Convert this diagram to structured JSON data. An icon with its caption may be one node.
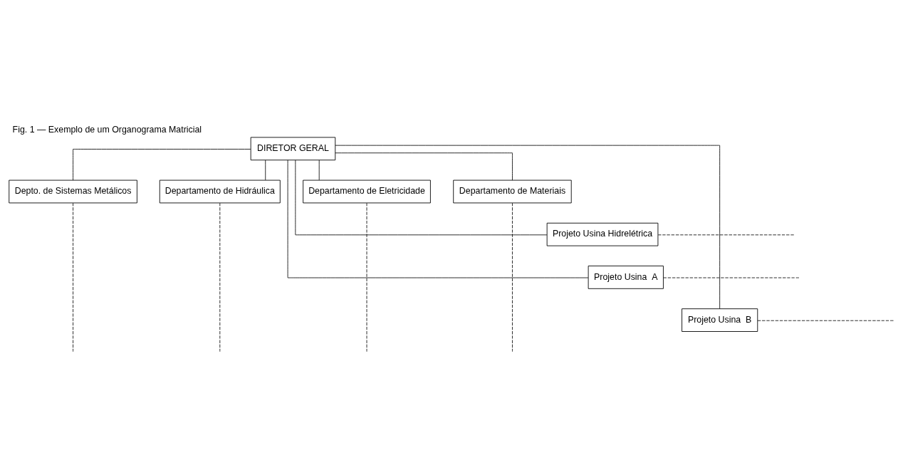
{
  "diagram": {
    "title": "Fig. 1 — Exemplo de um Organograma Matricial",
    "nodes": [
      {
        "text": [
          "DIRETOR GERAL"
        ]
      },
      {
        "text": [
          "Depto. de Sistemas Metálicos"
        ]
      },
      {
        "text": [
          "Departamento de Hidráulica"
        ]
      },
      {
        "text": [
          "Departamento de Eletricidade"
        ]
      },
      {
        "text": [
          "Departamento de Materiais"
        ]
      },
      {
        "text": [
          "Projeto Usina Hidrelétrica"
        ]
      },
      {
        "text": [
          "Projeto Usina  A"
        ]
      },
      {
        "text": [
          "Projeto Usina  B"
        ]
      }
    ],
    "edges": [
      {
        "from": 0,
        "to": 1,
        "arrow": "none"
      },
      {
        "from": 0,
        "to": 2,
        "arrow": "none"
      },
      {
        "from": 0,
        "to": 3,
        "arrow": "none"
      },
      {
        "from": 0,
        "to": 4,
        "arrow": "none"
      },
      {
        "from": 0,
        "to": 5,
        "arrow": "none"
      },
      {
        "from": 0,
        "to": 6,
        "arrow": "none"
      },
      {
        "from": 0,
        "to": 7,
        "arrow": "none"
      },
      {
        "from": 1,
        "to": null,
        "arrow": "none",
        "style": "dashed"
      },
      {
        "from": 2,
        "to": null,
        "arrow": "none",
        "style": "dashed"
      },
      {
        "from": 3,
        "to": null,
        "arrow": "none",
        "style": "dashed"
      },
      {
        "from": 4,
        "to": null,
        "arrow": "none",
        "style": "dashed"
      },
      {
        "from": 5,
        "to": null,
        "arrow": "none",
        "style": "dashed"
      },
      {
        "from": 6,
        "to": null,
        "arrow": "none",
        "style": "dashed"
      },
      {
        "from": 7,
        "to": null,
        "arrow": "none",
        "style": "dashed"
      }
    ]
  }
}
